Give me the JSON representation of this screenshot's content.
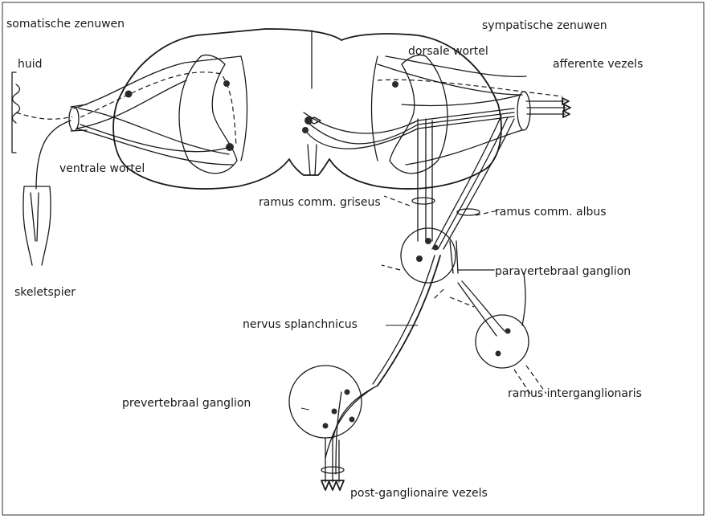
{
  "labels": {
    "somatic": "somatische zenuwen",
    "sympathetic": "sympatische zenuwen",
    "dorsal_root": "dorsale wortel",
    "skin": "huid",
    "afferent": "afferente vezels",
    "ventral_root": "ventrale wortel",
    "ramus_griseus": "ramus comm. griseus",
    "ramus_albus": "ramus comm. albus",
    "paravertebral": "paravertebraal ganglion",
    "skeletal_muscle": "skeletspier",
    "splanchnic": "nervus splanchnicus",
    "interganglionic": "ramus interganglionaris",
    "prevertebral": "prevertebraal ganglion",
    "postganglionic": "post-ganglionaire vezels"
  },
  "colors": {
    "ink": "#1a1a1a",
    "background": "#ffffff"
  }
}
